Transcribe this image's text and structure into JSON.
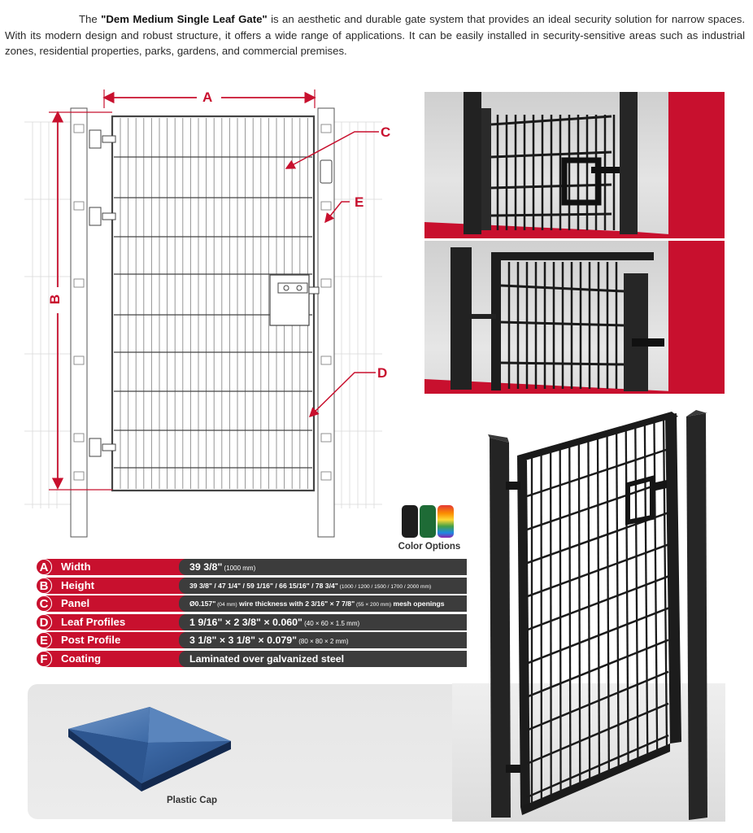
{
  "intro": {
    "product_name": "\"Dem Medium Single Leaf Gate\"",
    "lead": "The ",
    "rest": " is an aesthetic and durable gate system that provides an ideal security solution for narrow spaces. With its modern design and robust structure, it offers a wide range of applications. It can be easily installed in security-sensitive areas such as industrial zones, residential properties, parks, gardens, and commercial premises."
  },
  "drawing": {
    "labels": {
      "a": "A",
      "b": "B",
      "c": "C",
      "d": "D",
      "e": "E"
    }
  },
  "colors": {
    "accent_red": "#c8102e",
    "value_bar": "#3c3c3c",
    "swatch_1": "#1d1d1d",
    "swatch_2": "#1e6b36",
    "label": "Color Options"
  },
  "specs": [
    {
      "letter": "A",
      "key": "Width",
      "value": "39 3/8\"",
      "value_small": " (1000 mm)"
    },
    {
      "letter": "B",
      "key": "Height",
      "value": "39 3/8\" / 47 1/4\" / 59 1/16\" / 66 15/16\" / 78 3/4\"",
      "value_small": " (1000 / 1200 / 1500 / 1700 / 2000 mm)"
    },
    {
      "letter": "C",
      "key": "Panel",
      "value": "Ø0.157\"",
      "value_small": " (04 mm)",
      "value_2": " wire thickness with 2 3/16\" × 7 7/8\"",
      "value_small_2": " (55 × 200 mm)",
      "value_3": " mesh openings"
    },
    {
      "letter": "D",
      "key": "Leaf Profiles",
      "value": "1 9/16\" × 2 3/8\" × 0.060\"",
      "value_small": " (40 × 60 × 1.5 mm)"
    },
    {
      "letter": "E",
      "key": "Post Profile",
      "value": "3 1/8\" × 3 1/8\" × 0.079\"",
      "value_small": " (80 × 80 × 2 mm)"
    },
    {
      "letter": "F",
      "key": "Coating",
      "value": "Laminated over galvanized steel",
      "value_small": ""
    }
  ],
  "accessory": {
    "label": "Plastic Cap"
  }
}
